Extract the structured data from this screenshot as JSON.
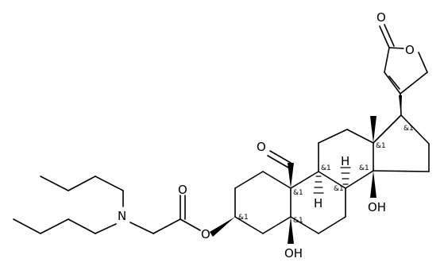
{
  "atoms": {
    "O_lactone_carbonyl": "O",
    "O_lactone_ring": "O",
    "O_aldehyde": "O",
    "O_ester_carbonyl": "O",
    "O_ester": "O",
    "N_amine": "N",
    "OH_14": "OH",
    "OH_5": "OH",
    "H_8": "H",
    "H_9": "H"
  },
  "stereo_labels": {
    "c17": "&1",
    "c13": "&1",
    "c14": "&1",
    "c8": "&1",
    "c9": "&1",
    "c10": "&1",
    "c5": "&1",
    "c3": "&1"
  }
}
